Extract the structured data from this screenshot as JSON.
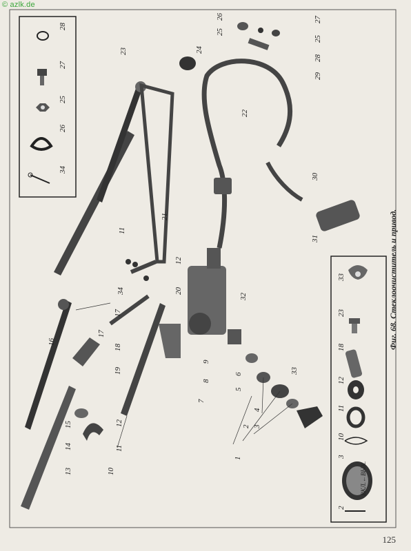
{
  "watermark": "© azlk.de",
  "page_number": "125",
  "caption": "Фиг. 68. Стеклоочиститель и привод.",
  "knob_label": "ВКЛ.←ВЫК.",
  "callouts": [
    "1",
    "2",
    "3",
    "4",
    "5",
    "6",
    "7",
    "8",
    "9",
    "10",
    "11",
    "12",
    "13",
    "14",
    "15",
    "16",
    "17",
    "18",
    "19",
    "20",
    "21",
    "22",
    "23",
    "24",
    "25",
    "26",
    "27",
    "28",
    "29",
    "30",
    "31",
    "32",
    "33",
    "34"
  ],
  "inset_top_labels": [
    "28",
    "27",
    "25",
    "26",
    "34"
  ],
  "inset_bottom_labels": [
    "33",
    "23",
    "18",
    "12",
    "11",
    "10",
    "3",
    "2"
  ]
}
